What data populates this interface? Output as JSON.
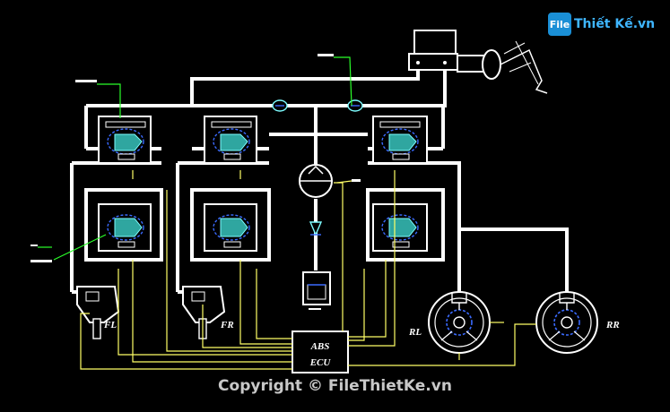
{
  "watermark": {
    "logo_text": "File",
    "site_name": "Thiết Kế.vn"
  },
  "labels": {
    "front_left": "FL",
    "front_right": "FR",
    "rear_left": "RL",
    "rear_right": "RR",
    "ecu_line1": "ABS",
    "ecu_line2": "ECU"
  },
  "copyright": "Copyright © FileThietKe.vn",
  "colors": {
    "background": "#000000",
    "pipes": "#ffffff",
    "wires": "#ffff66",
    "leaders": "#2aff2a",
    "spool": "#2fa6a0",
    "watermark": "#3fb6ff"
  }
}
